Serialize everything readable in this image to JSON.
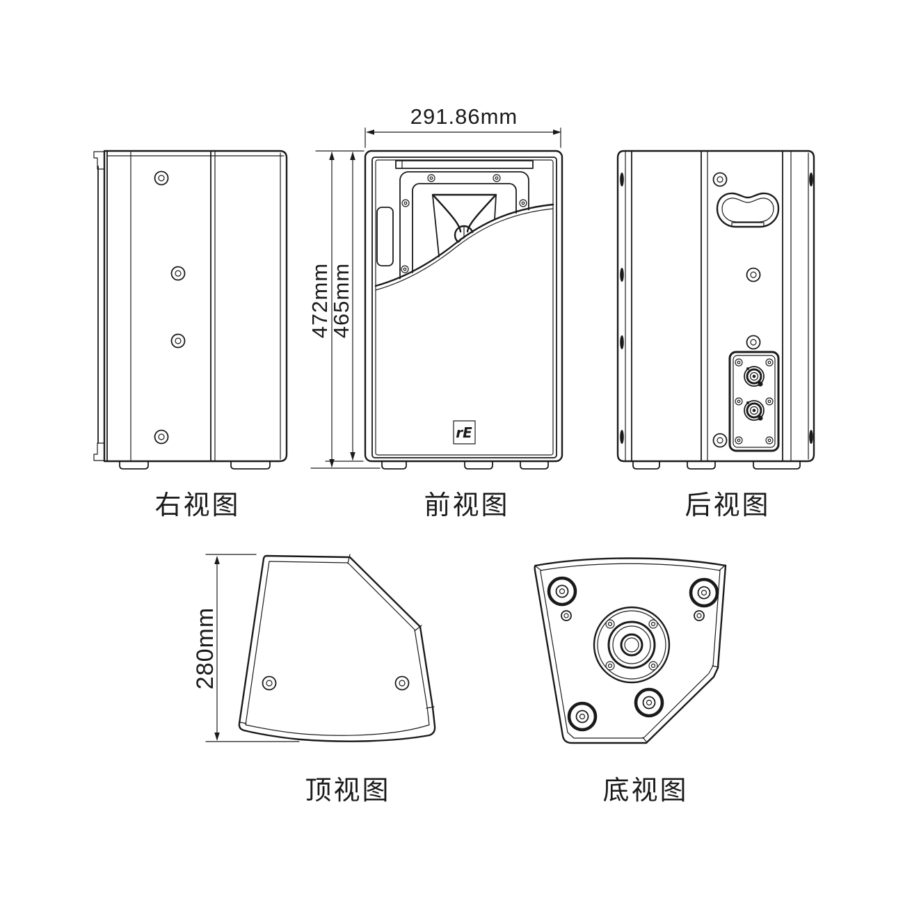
{
  "page": {
    "background": "#ffffff",
    "line_color": "#1a1a1a"
  },
  "views": {
    "right": {
      "label": "右视图"
    },
    "front": {
      "label": "前视图"
    },
    "rear": {
      "label": "后视图"
    },
    "top": {
      "label": "顶视图"
    },
    "bottom": {
      "label": "底视图"
    }
  },
  "dimensions": {
    "front_width": "291.86mm",
    "overall_height": "472mm",
    "cabinet_height": "465mm",
    "cabinet_depth": "280mm"
  },
  "logo": {
    "text": "rE"
  }
}
